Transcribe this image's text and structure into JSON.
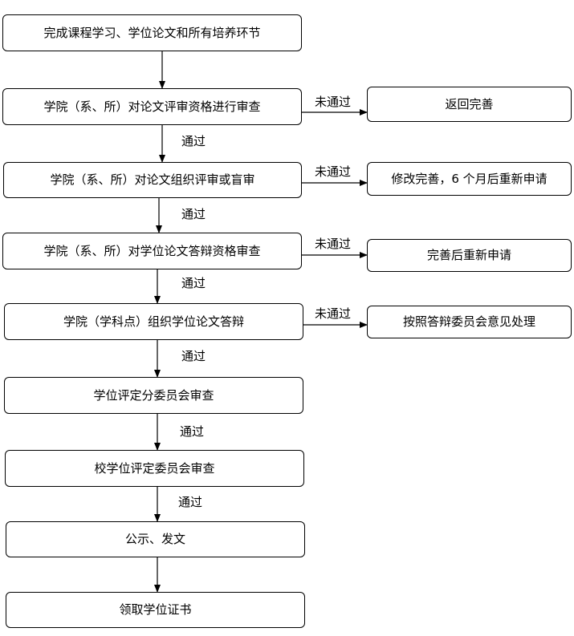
{
  "steps": [
    "完成课程学习、学位论文和所有培养环节",
    "学院（系、所）对论文评审资格进行审查",
    "学院（系、所）对论文组织评审或盲审",
    "学院（系、所）对学位论文答辩资格审查",
    "学院（学科点）组织学位论文答辩",
    "学位评定分委员会审查",
    "校学位评定委员会审查",
    "公示、发文",
    "领取学位证书"
  ],
  "outcomes": [
    "返回完善",
    "修改完善，6 个月后重新申请",
    "完善后重新申请",
    "按照答辩委员会意见处理"
  ],
  "labels": {
    "pass": "通过",
    "fail": "未通过"
  }
}
